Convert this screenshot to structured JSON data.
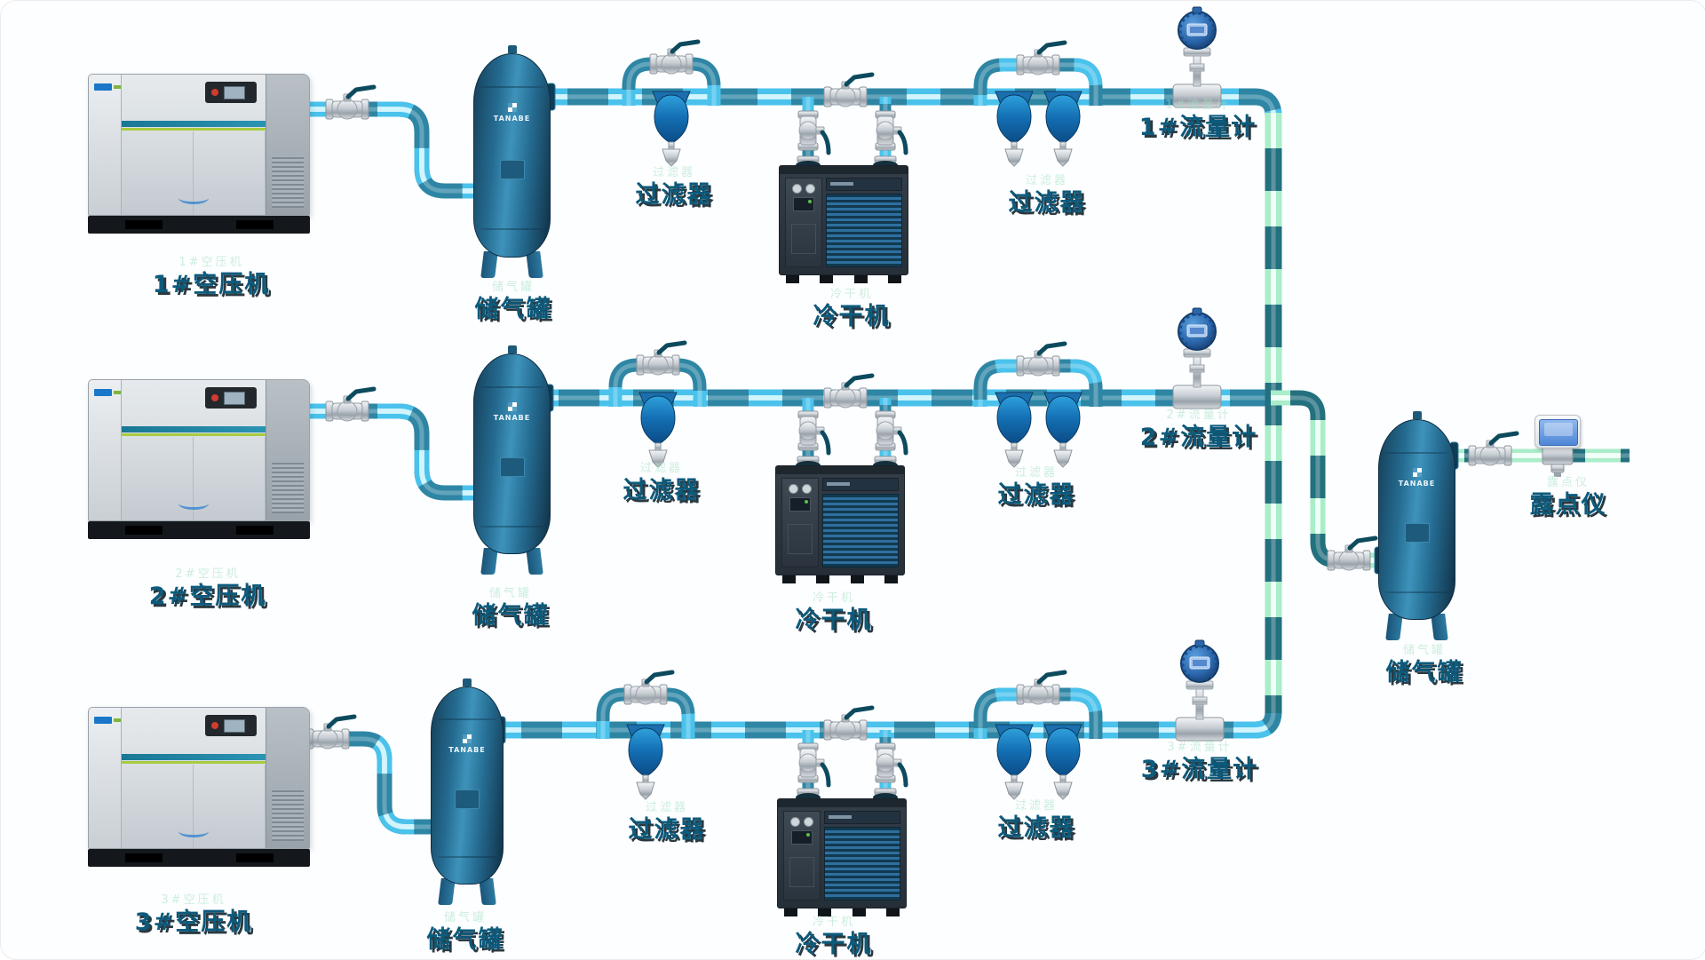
{
  "brand": "TANABE",
  "lines": [
    {
      "compressor_label": "1#空压机",
      "tank_label": "储气罐",
      "filter_label": "过滤器",
      "dryer_label": "冷干机",
      "filter2_label": "过滤器",
      "flow_meter_label": "1#流量计"
    },
    {
      "compressor_label": "2#空压机",
      "tank_label": "储气罐",
      "filter_label": "过滤器",
      "dryer_label": "冷干机",
      "filter2_label": "过滤器",
      "flow_meter_label": "2#流量计"
    },
    {
      "compressor_label": "3#空压机",
      "tank_label": "储气罐",
      "filter_label": "过滤器",
      "dryer_label": "冷干机",
      "filter2_label": "过滤器",
      "flow_meter_label": "3#流量计"
    }
  ],
  "output": {
    "tank_label": "储气罐",
    "dew_point_label": "露点仪"
  },
  "colors": {
    "label_text": "#0c5a7c",
    "pipe_dark_teal": "#2e86a4",
    "pipe_cyan_segment": "#4ac2ec",
    "trunk_dark": "#23707f",
    "trunk_mint_segment": "#a9edc9",
    "tank_blue": "#2c77a0",
    "filter_blue": "#1470b4",
    "valve_handle": "#0d4a5e",
    "dryer_grille_blue": "#2e6f9e"
  }
}
